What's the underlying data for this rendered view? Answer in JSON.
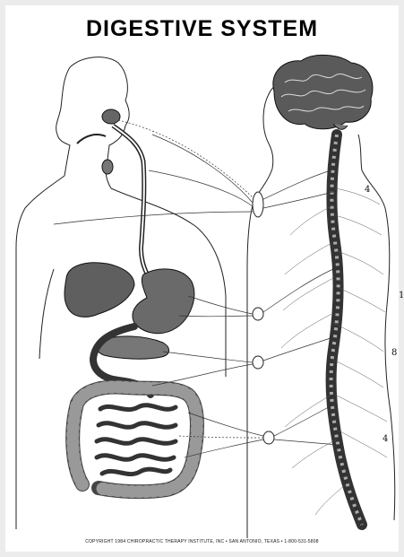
{
  "title": "DIGESTIVE SYSTEM",
  "spine_labels": [
    "4",
    "1",
    "8",
    "4"
  ],
  "copyright": "COPYRIGHT 1984 CHIROPRACTIC THERAPY INSTITUTE, INC  •  SAN ANTONIO, TEXAS  •  1-800-531-5808"
}
